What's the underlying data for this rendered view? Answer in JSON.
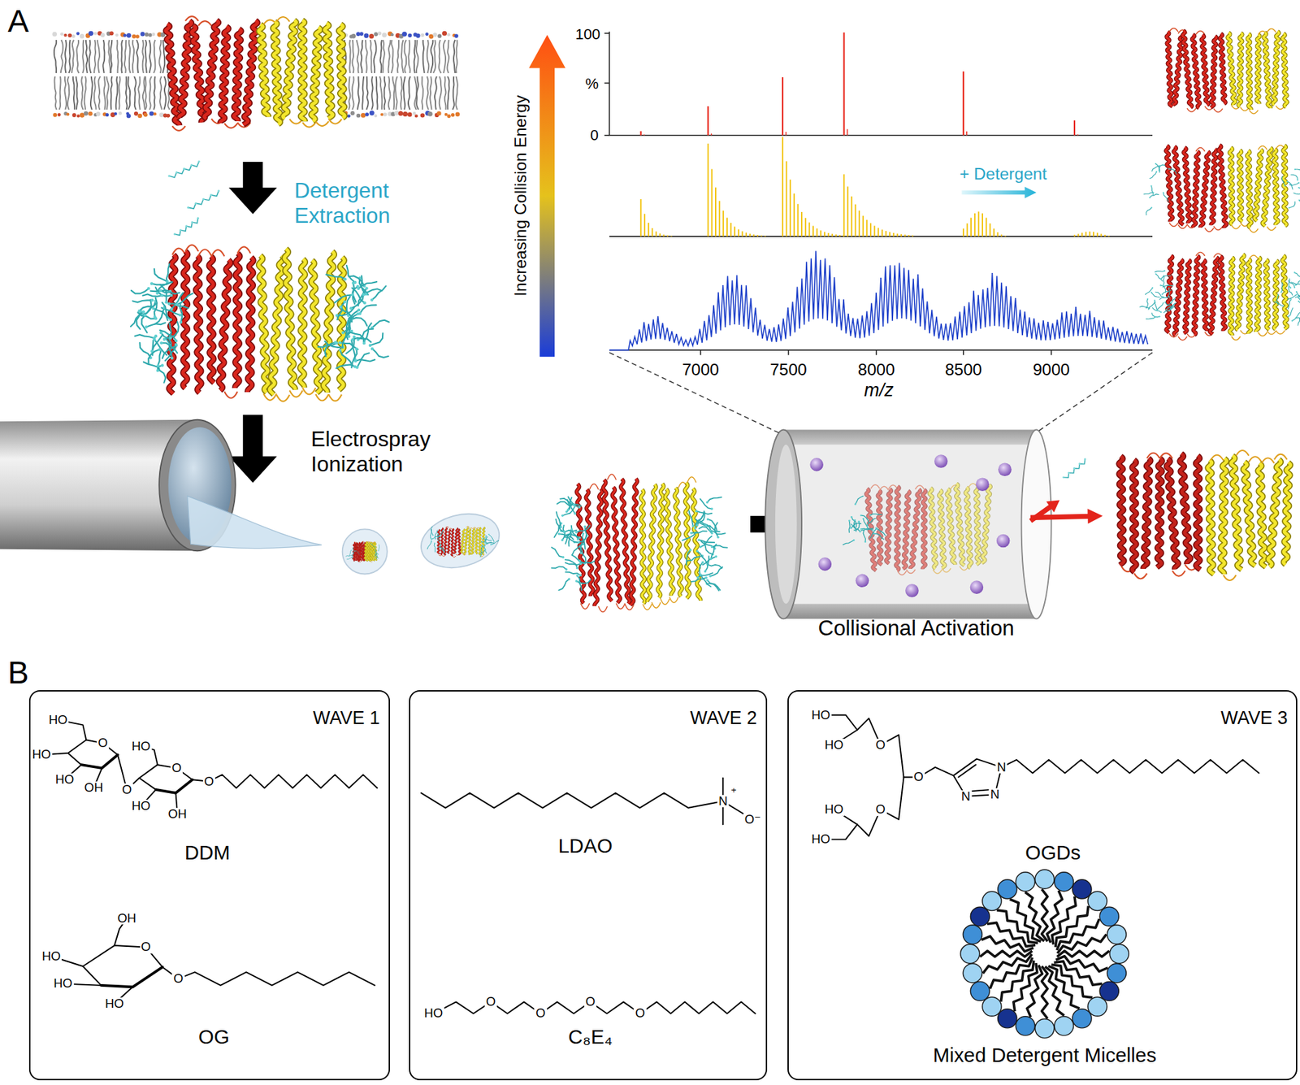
{
  "diagram": {
    "nodes": [
      {
        "text": [
          "WAVE 1",
          "DDM",
          "OG"
        ]
      },
      {
        "text": [
          "WAVE 2",
          "LDAO",
          "C₈E₄"
        ]
      },
      {
        "text": [
          "WAVE 3",
          "OGDs",
          "Mixed Detergent Micelles"
        ]
      }
    ],
    "labels": [
      "A",
      "Detergent Extraction",
      "Electrospray Ionization",
      "Collisional Activation",
      "Increasing Collision Energy",
      "100",
      "%",
      "0",
      "+ Detergent",
      "7000",
      "7500",
      "8000",
      "8500",
      "9000",
      "m/z",
      "B",
      "HO",
      "HO",
      "O",
      "HO",
      "OH",
      "O",
      "HO",
      "O",
      "HO",
      "OH",
      "O",
      "OH",
      "HO",
      "HO",
      "HO",
      "O",
      "O",
      "N",
      "+",
      "O⁻",
      "HO",
      "O",
      "O",
      "O",
      "O",
      "HO",
      "HO",
      "O",
      "O",
      "N",
      "N",
      "N",
      "O",
      "HO",
      "HO"
    ]
  }
}
